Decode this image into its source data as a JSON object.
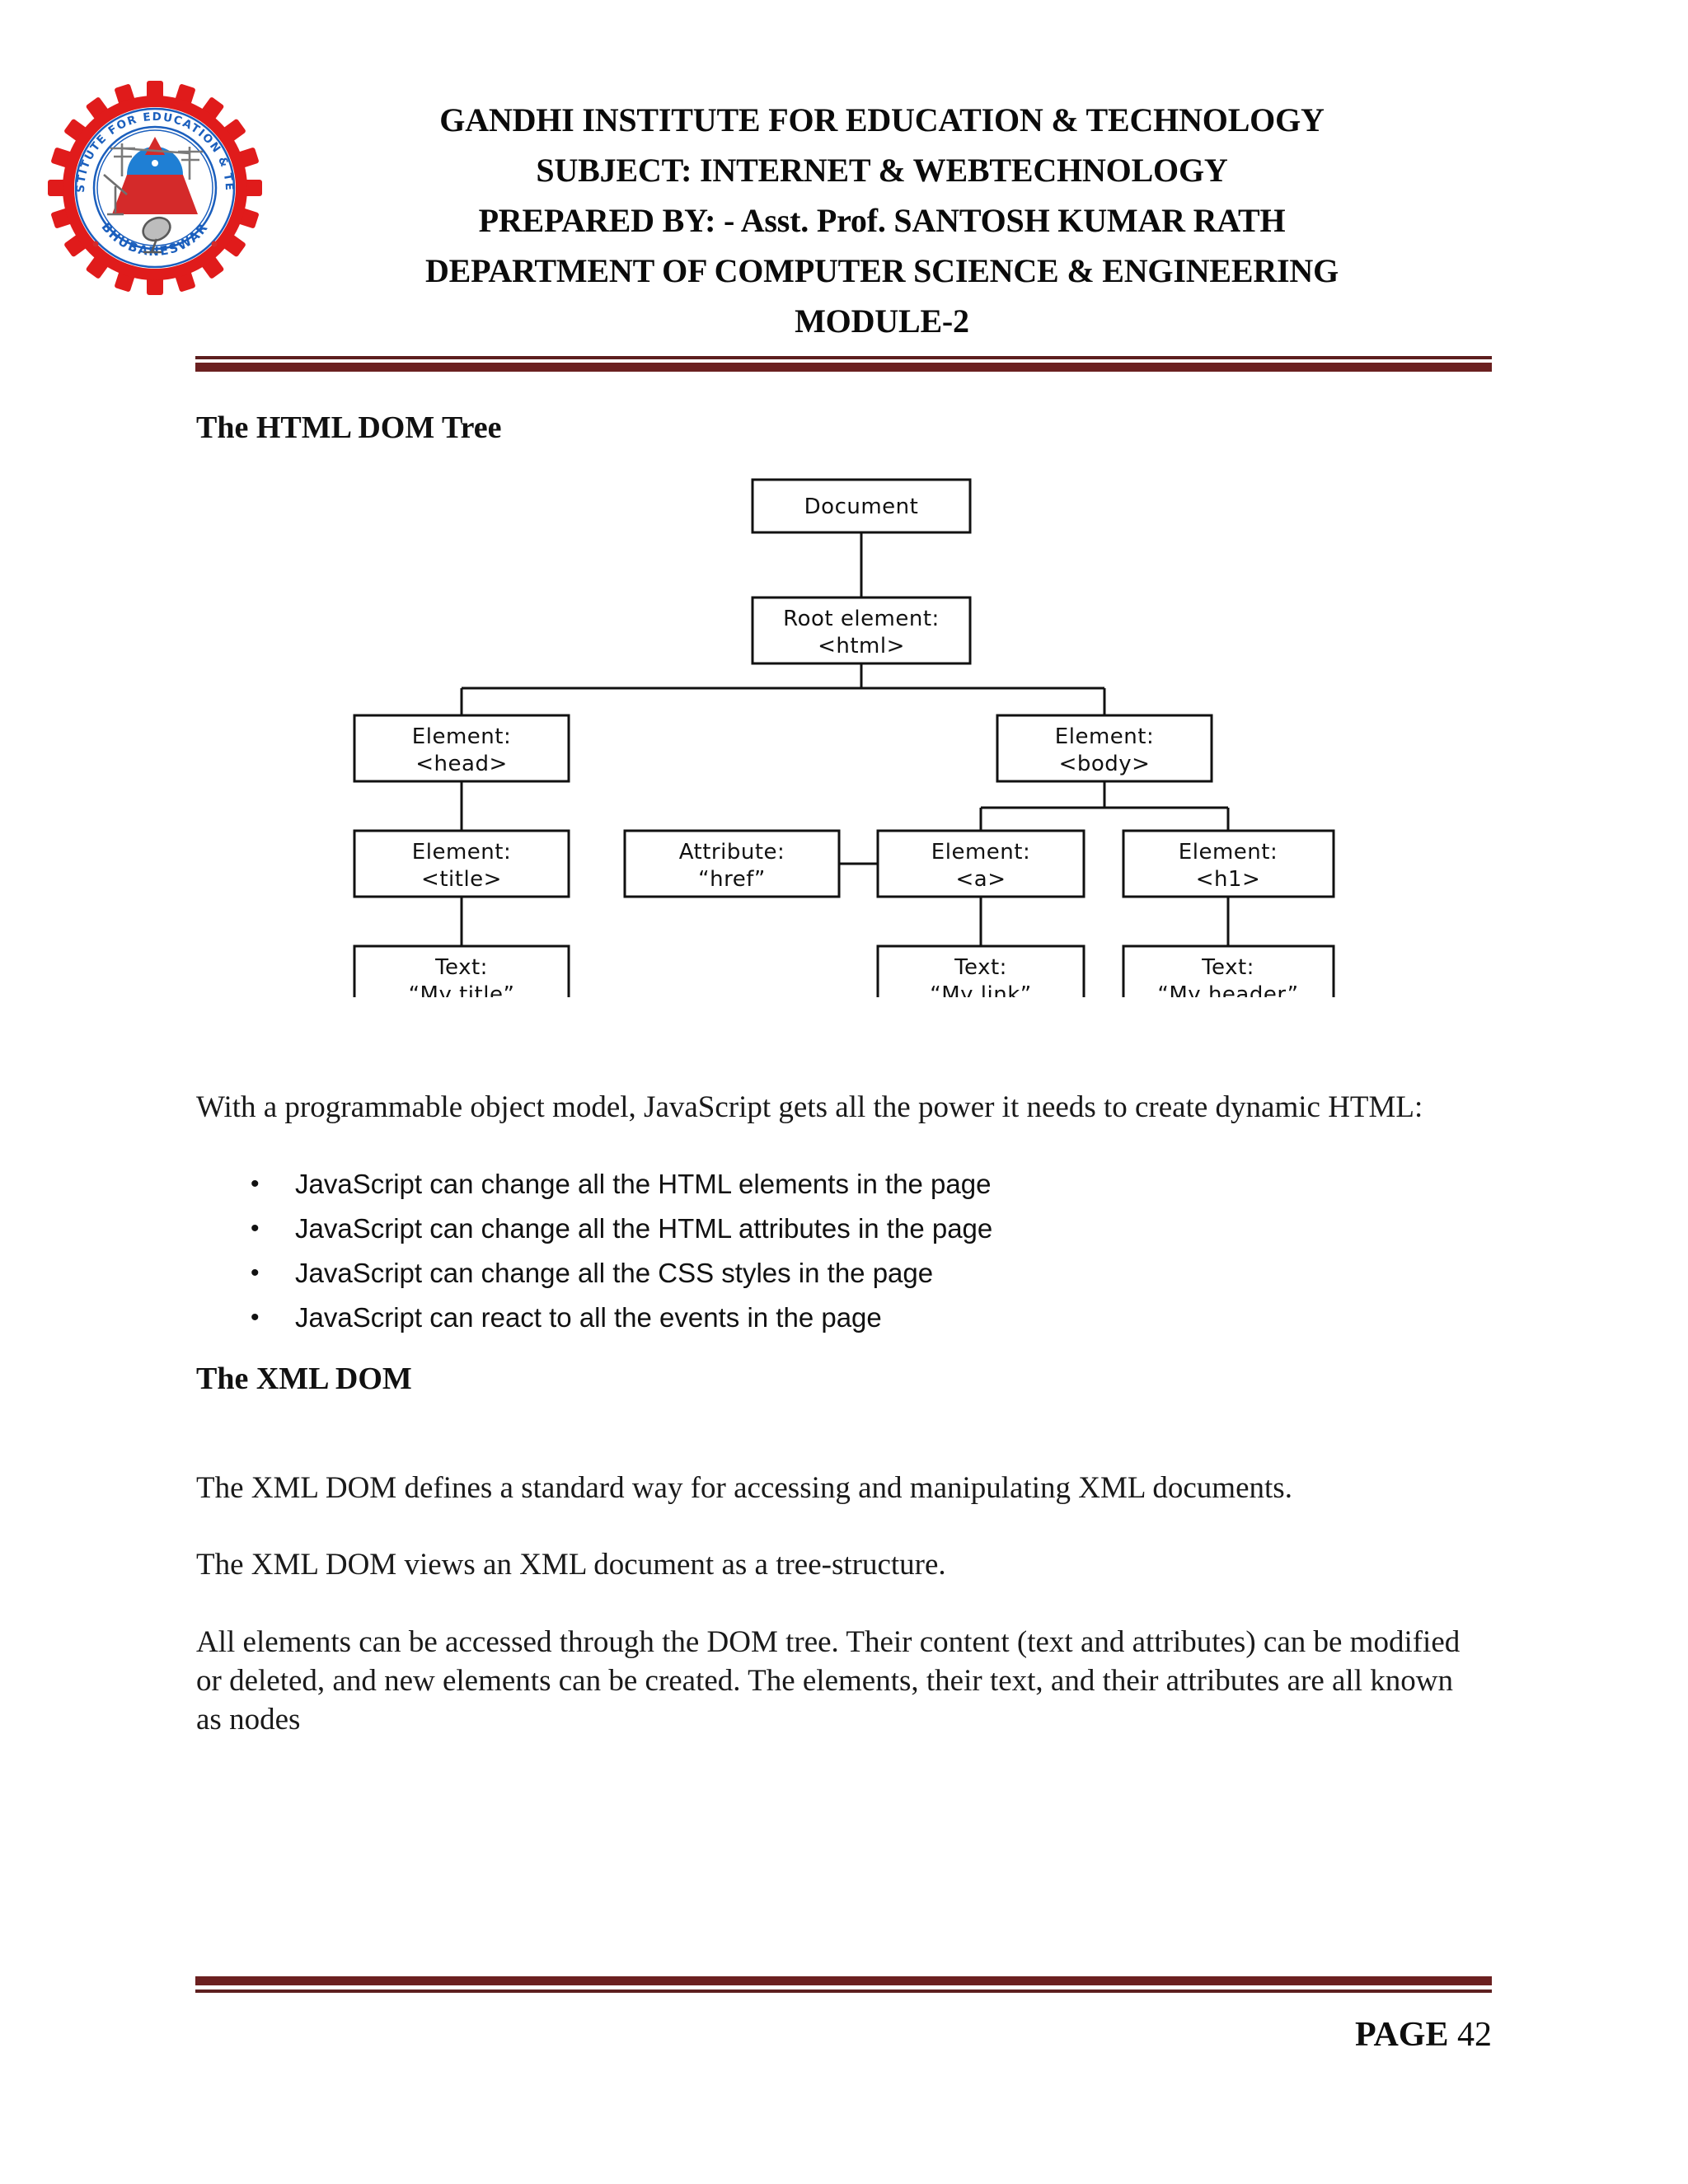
{
  "header": {
    "logo": {
      "icon": "gandhi-institute-gear-seal-logo",
      "ring_text_top": "GANDHI INSTITUTE FOR EDUCATION & TECHNOLOGY",
      "ring_text_bottom": "BHUBANESWAR",
      "colors": {
        "gear": "#e01b1b",
        "ring": "#1b5fbd",
        "dome": "#1f7fd4",
        "base": "#d42a2a"
      }
    },
    "lines": [
      "GANDHI INSTITUTE FOR EDUCATION & TECHNOLOGY",
      "SUBJECT:   INTERNET & WEBTECHNOLOGY",
      "PREPARED BY: - Asst. Prof. SANTOSH KUMAR RATH",
      "DEPARTMENT OF COMPUTER SCIENCE & ENGINEERING",
      "MODULE-2"
    ],
    "rule_color": "#6b2020"
  },
  "sections": {
    "html_dom_tree_heading": "The HTML DOM Tree",
    "intro_paragraph": "With a programmable object model, JavaScript gets all the power it needs to create dynamic HTML:",
    "bullets": [
      "JavaScript can change all the HTML elements in the page",
      "JavaScript can change all the HTML attributes in the page",
      "JavaScript can change all the CSS styles in the page",
      "JavaScript can react to all the events in the page"
    ],
    "xml_dom_heading": "The XML DOM",
    "xml_paragraph_1": "The XML DOM defines a standard way for accessing and manipulating XML documents.",
    "xml_paragraph_2": "The XML DOM views an XML document as a tree-structure.",
    "xml_paragraph_3": "All elements can be accessed through the DOM tree. Their content (text and attributes) can be modified or deleted, and new elements can be created. The elements, their text, and their attributes are all known as nodes"
  },
  "dom_tree": {
    "nodes": {
      "document": {
        "line1": "Document",
        "line2": ""
      },
      "root": {
        "line1": "Root element:",
        "line2": "<html>"
      },
      "head": {
        "line1": "Element:",
        "line2": "<head>"
      },
      "body": {
        "line1": "Element:",
        "line2": "<body>"
      },
      "title": {
        "line1": "Element:",
        "line2": "<title>"
      },
      "attr_href": {
        "line1": "Attribute:",
        "line2": "“href”"
      },
      "anchor": {
        "line1": "Element:",
        "line2": "<a>"
      },
      "h1": {
        "line1": "Element:",
        "line2": "<h1>"
      },
      "text_title": {
        "line1": "Text:",
        "line2": "“My title”"
      },
      "text_link": {
        "line1": "Text:",
        "line2": "“My link”"
      },
      "text_header": {
        "line1": "Text:",
        "line2": "“My header”"
      }
    }
  },
  "footer": {
    "page_label": "PAGE",
    "page_value": "42",
    "rule_color": "#6b2020"
  }
}
